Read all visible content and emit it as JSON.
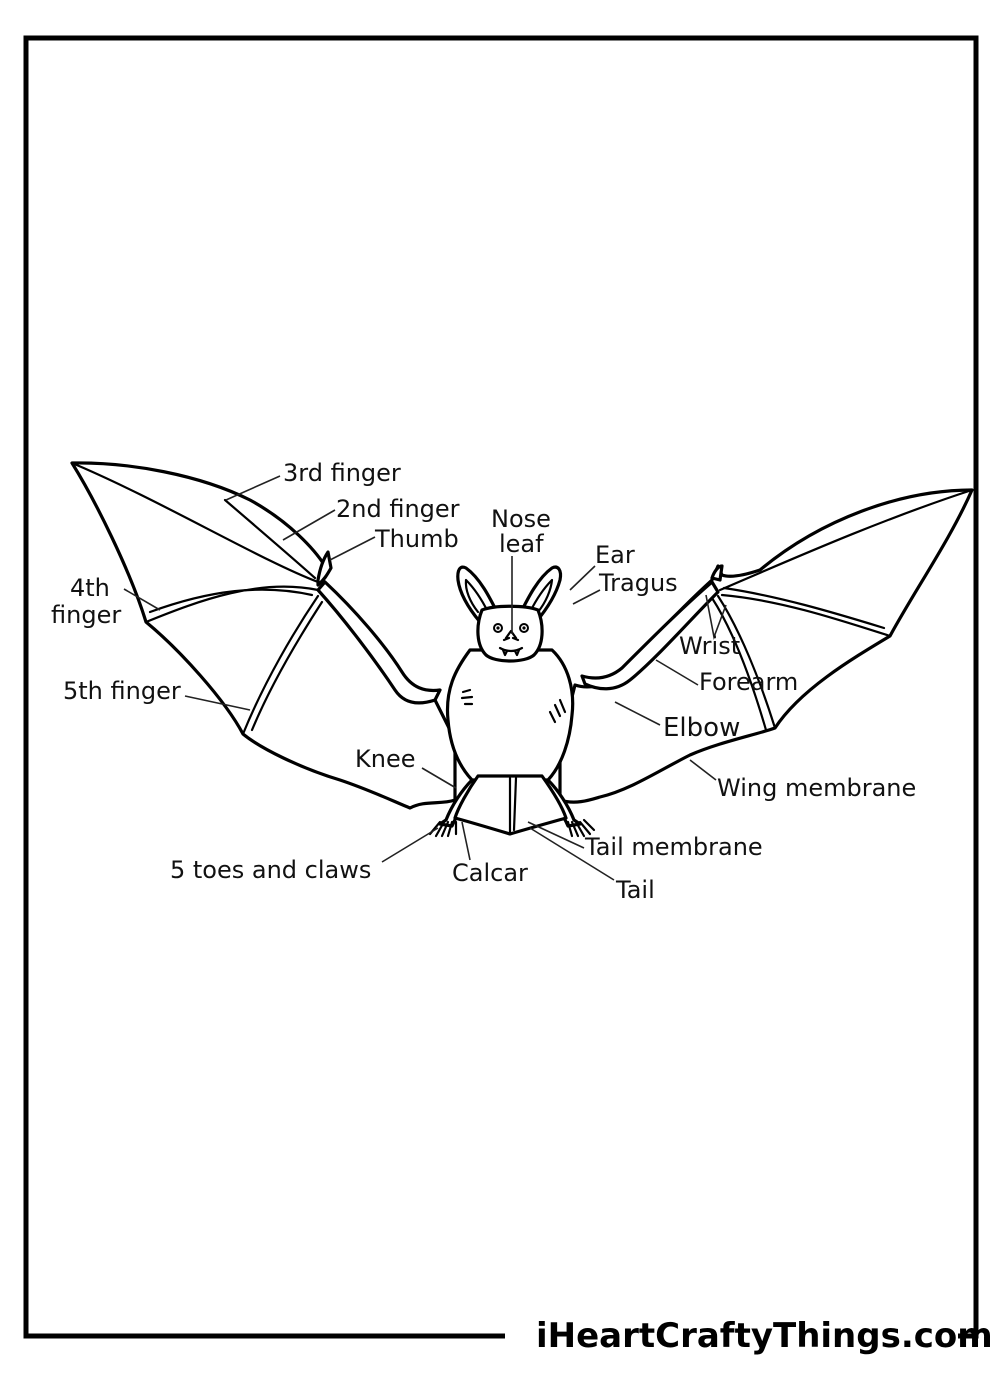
{
  "labels": {
    "third_finger": "3rd finger",
    "second_finger": "2nd finger",
    "thumb": "Thumb",
    "nose_leaf_line1": "Nose",
    "nose_leaf_line2": "leaf",
    "ear": "Ear",
    "tragus": "Tragus",
    "fourth_finger_line1": "4th",
    "fourth_finger_line2": "finger",
    "wrist": "Wrist",
    "forearm": "Forearm",
    "fifth_finger": "5th finger",
    "elbow": "Elbow",
    "knee": "Knee",
    "wing_membrane": "Wing membrane",
    "tail_membrane": "Tail membrane",
    "toes_and_claws": "5 toes and claws",
    "calcar": "Calcar",
    "tail": "Tail"
  },
  "watermark": "iHeartCraftyThings.com",
  "colors": {
    "ink": "#000000",
    "paper": "#ffffff"
  }
}
